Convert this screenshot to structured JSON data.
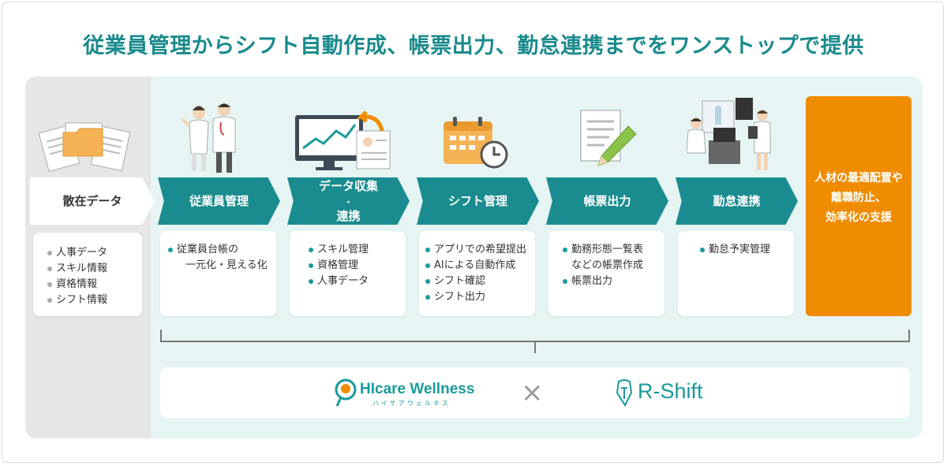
{
  "title": "従業員管理からシフト自動作成、帳票出力、勤怠連携までをワンストップで提供",
  "colors": {
    "teal": "#1a8c8f",
    "orange": "#f08c00",
    "title": "#1a8a8c",
    "mint_bg": "#e6f5f4",
    "gray_bg": "#e6e6e6"
  },
  "start": {
    "label": "散在データ",
    "items": [
      "人事データ",
      "スキル情報",
      "資格情報",
      "シフト情報"
    ],
    "icon": "folder-documents-icon"
  },
  "steps": [
    {
      "label_lines": [
        "従業員管理"
      ],
      "items": [
        "従業員台帳の",
        "一元化・見える化"
      ],
      "icon": "medical-staff-icon"
    },
    {
      "label_lines": [
        "データ収集",
        "・",
        "連携"
      ],
      "items": [
        "スキル管理",
        "資格管理",
        "人事データ"
      ],
      "icon": "monitor-chart-icon"
    },
    {
      "label_lines": [
        "シフト管理"
      ],
      "items": [
        "アプリでの希望提出",
        "AIによる自動作成",
        "シフト確認",
        "シフト出力"
      ],
      "icon": "calendar-clock-icon"
    },
    {
      "label_lines": [
        "帳票出力"
      ],
      "items": [
        "勤務形態一覧表",
        "などの帳票作成",
        "帳票出力"
      ],
      "icon": "document-pencil-icon"
    },
    {
      "label_lines": [
        "勤怠連携"
      ],
      "items": [
        "勤怠予実管理"
      ],
      "icon": "clinic-doctors-icon"
    }
  ],
  "outcome": {
    "lines": [
      "人材の最適配置や",
      "離職防止、",
      "効率化の支援"
    ]
  },
  "partners": {
    "left_name": "HIcare Wellness",
    "left_kana": "ハイケアウェルネス",
    "times": "×",
    "right_name": "R-Shift"
  }
}
